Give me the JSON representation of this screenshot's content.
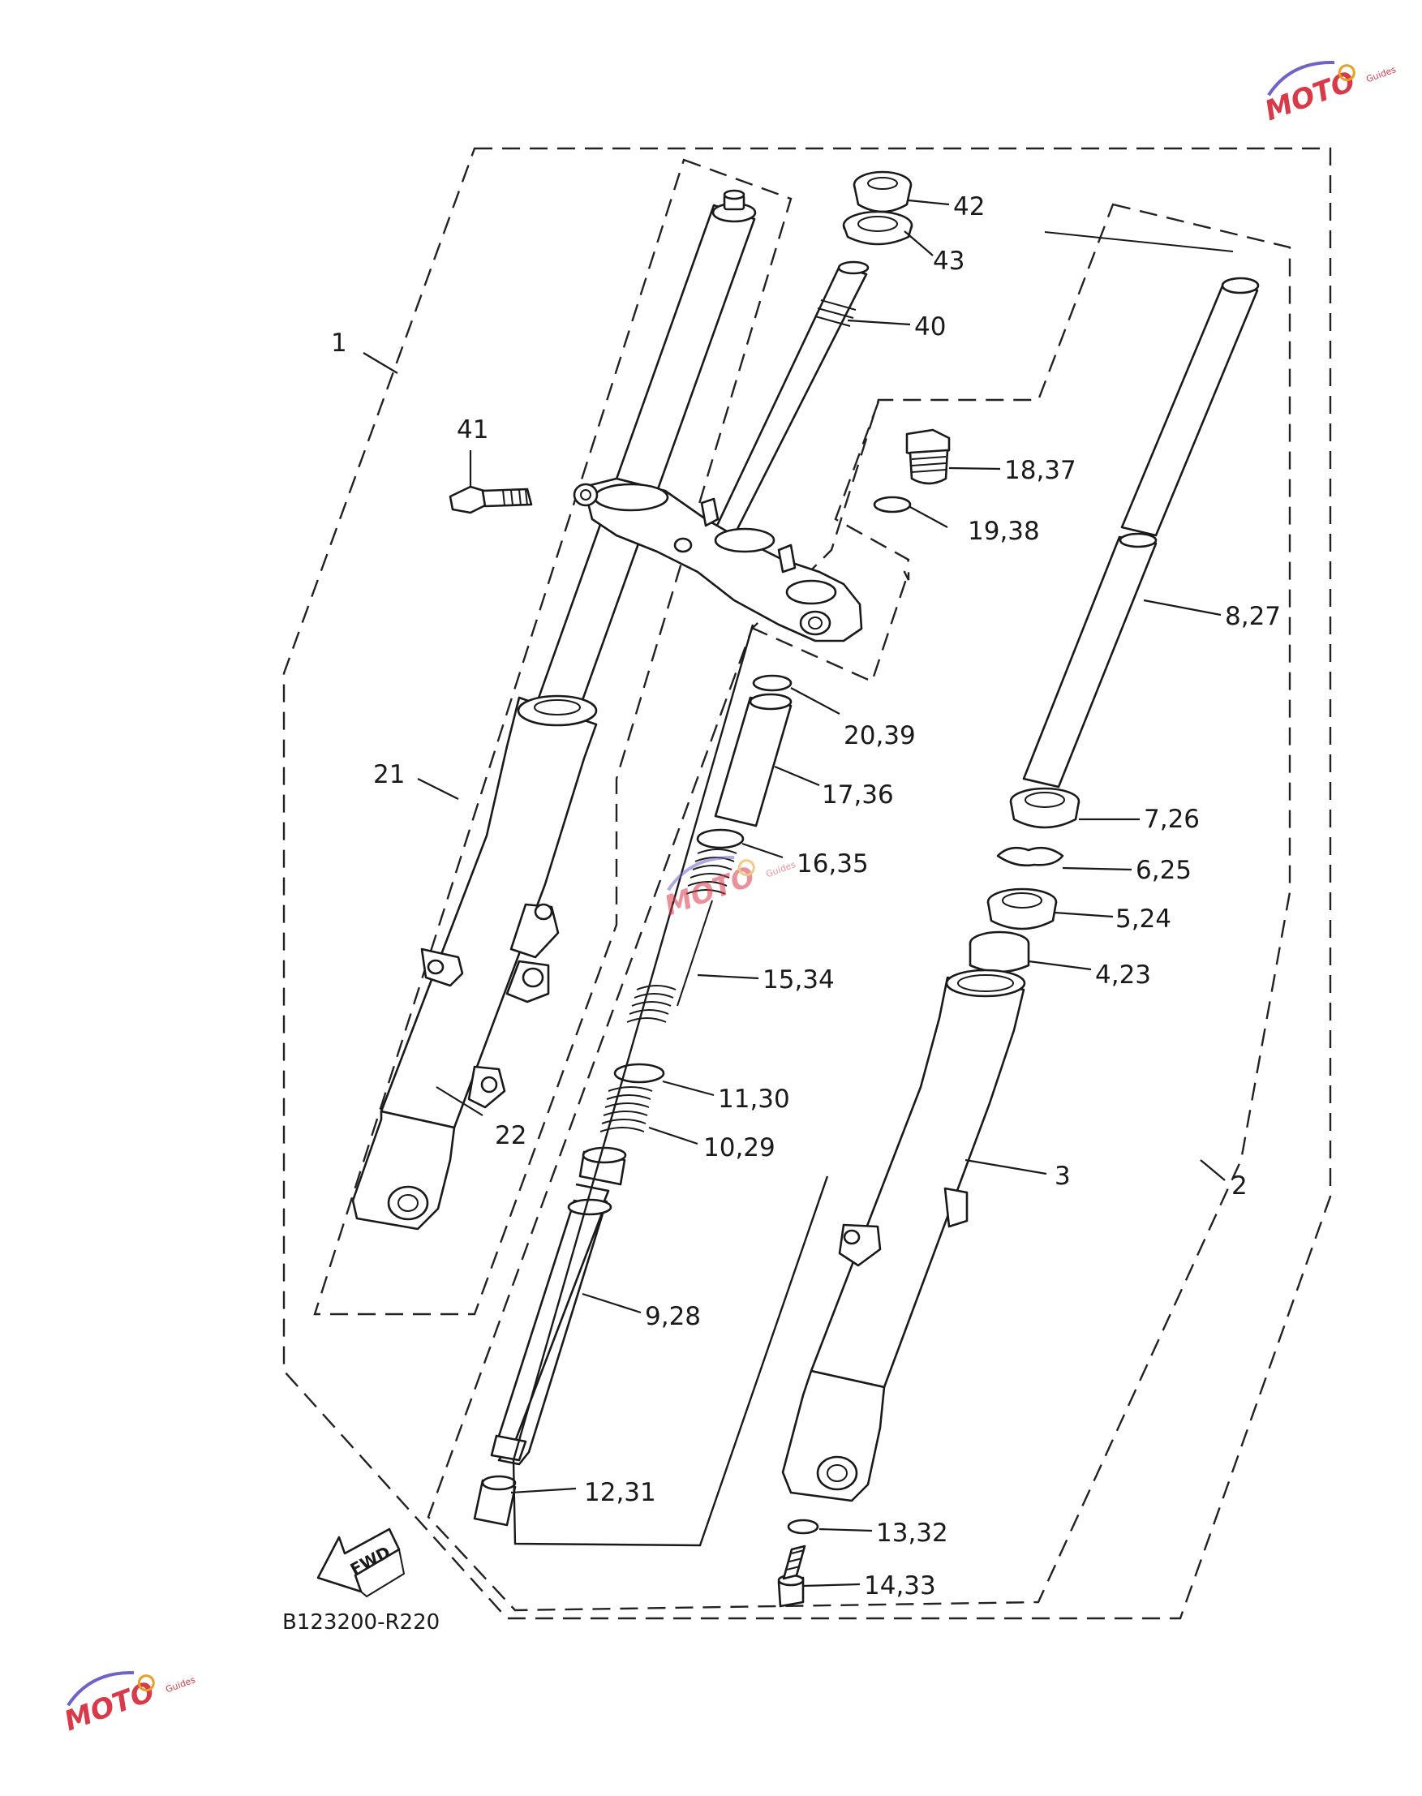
{
  "diagram_code": "B123200-R220",
  "fwd_label": "FWD",
  "watermark": {
    "brand": "MOTO",
    "sub": "Guides",
    "color": "#d83a4a",
    "accent": "#6e63c9"
  },
  "callouts": {
    "c1": "1",
    "c2": "2",
    "c3": "3",
    "c4": "4,23",
    "c5": "5,24",
    "c6": "6,25",
    "c7": "7,26",
    "c8": "8,27",
    "c9": "9,28",
    "c10": "10,29",
    "c11": "11,30",
    "c12": "12,31",
    "c13": "13,32",
    "c14": "14,33",
    "c15": "15,34",
    "c16": "16,35",
    "c17": "17,36",
    "c18": "18,37",
    "c19": "19,38",
    "c20": "20,39",
    "c21": "21",
    "c22": "22",
    "c40": "40",
    "c41": "41",
    "c42": "42",
    "c43": "43"
  }
}
